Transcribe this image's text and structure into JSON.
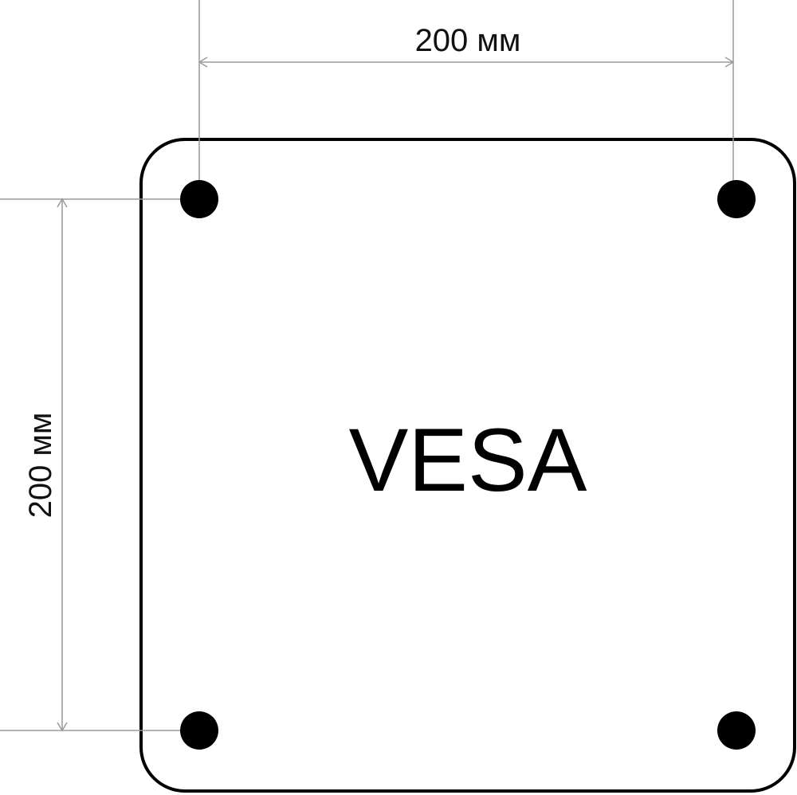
{
  "diagram": {
    "center_label": "VESA",
    "horizontal_dimension": "200 мм",
    "vertical_dimension": "200 мм"
  },
  "colors": {
    "plate_stroke": "#000000",
    "hole_fill": "#000000",
    "dimension_line": "#9a9a9a",
    "background": "#ffffff"
  }
}
